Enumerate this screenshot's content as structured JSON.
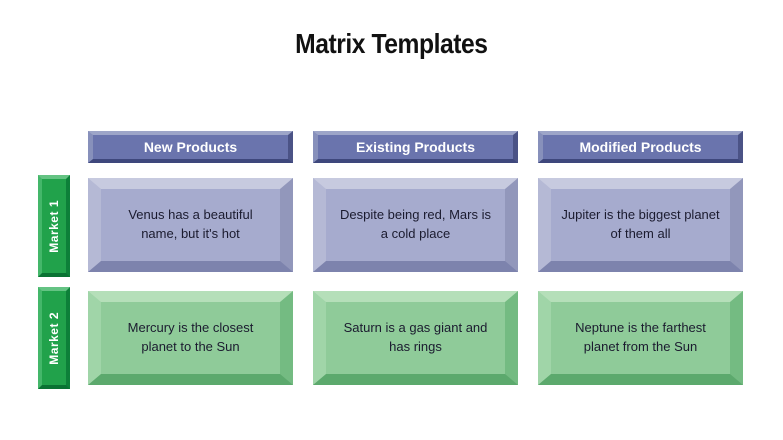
{
  "title": "Matrix Templates",
  "matrix": {
    "columns": [
      {
        "label": "New Products"
      },
      {
        "label": "Existing Products"
      },
      {
        "label": "Modified Products"
      }
    ],
    "rows": [
      {
        "label": "Market 1",
        "cells": [
          "Venus has a beautiful name, but it's hot",
          "Despite being red, Mars is a cold place",
          "Jupiter is the biggest planet of them all"
        ]
      },
      {
        "label": "Market 2",
        "cells": [
          "Mercury is the closest planet to the Sun",
          "Saturn is a gas giant and has rings",
          "Neptune is the farthest planet from the Sun"
        ]
      }
    ]
  },
  "colors": {
    "background": "#ffffff",
    "title_text": "#111111",
    "header_face": "#6a74ad",
    "header_text": "#ffffff",
    "cell_purple_face": "#a6abce",
    "cell_green_face": "#8fcb99",
    "cell_text": "#1b1b2f",
    "row_label_face": "#21a24b",
    "row_label_text": "#ffffff"
  }
}
